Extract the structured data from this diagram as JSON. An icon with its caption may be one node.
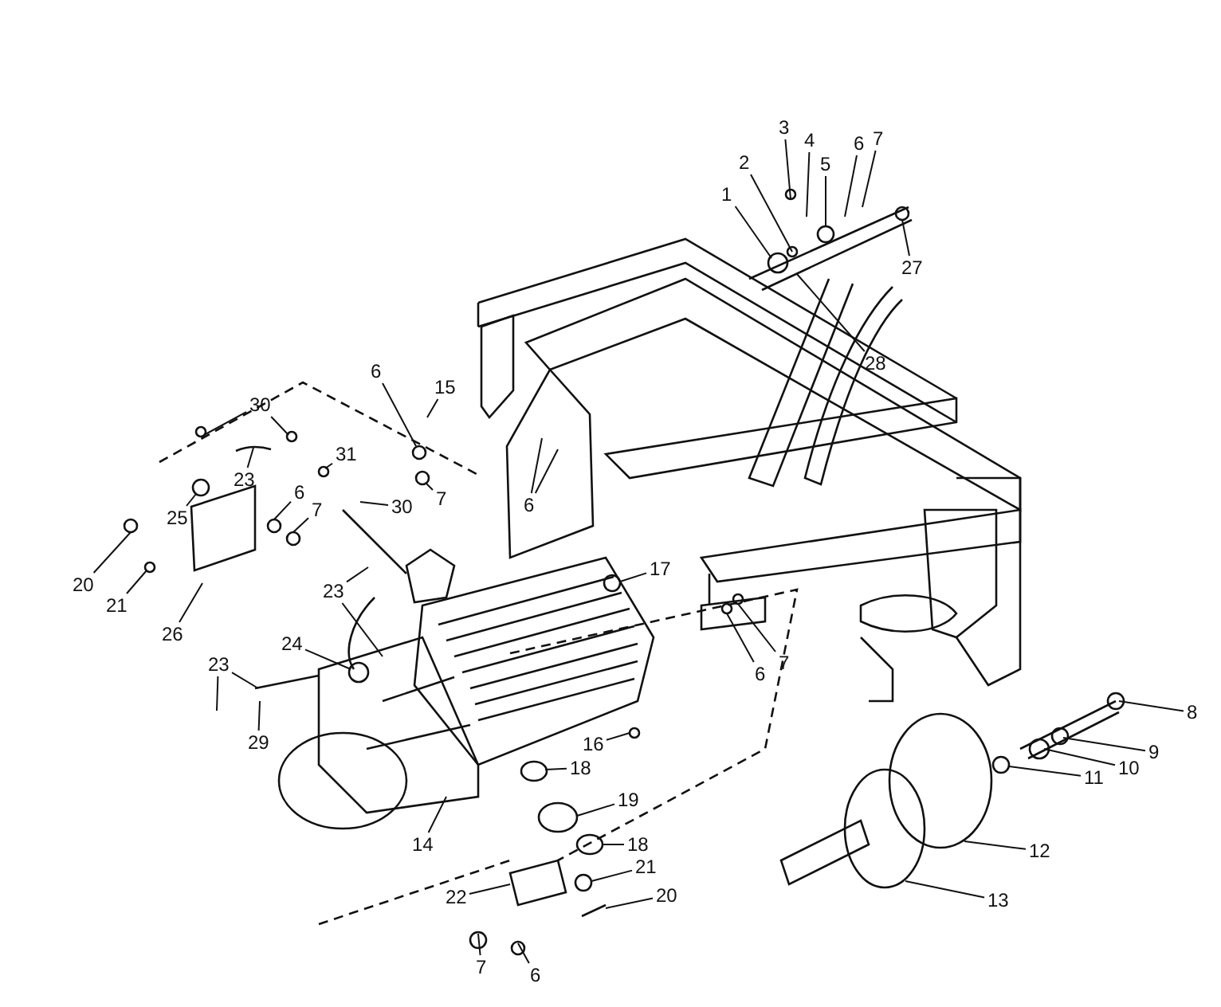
{
  "diagram": {
    "nodes": [
      {
        "text": [
          "3"
        ]
      },
      {
        "text": [
          "4"
        ]
      },
      {
        "text": [
          "7"
        ]
      },
      {
        "text": [
          "6"
        ]
      },
      {
        "text": [
          "2"
        ]
      },
      {
        "text": [
          "5"
        ]
      },
      {
        "text": [
          "1"
        ]
      },
      {
        "text": [
          "27"
        ]
      },
      {
        "text": [
          "28"
        ]
      },
      {
        "text": [
          "6"
        ]
      },
      {
        "text": [
          "15"
        ]
      },
      {
        "text": [
          "30"
        ]
      },
      {
        "text": [
          "31"
        ]
      },
      {
        "text": [
          "23"
        ]
      },
      {
        "text": [
          "6"
        ]
      },
      {
        "text": [
          "7"
        ]
      },
      {
        "text": [
          "6"
        ]
      },
      {
        "text": [
          "30"
        ]
      },
      {
        "text": [
          "7"
        ]
      },
      {
        "text": [
          "25"
        ]
      },
      {
        "text": [
          "17"
        ]
      },
      {
        "text": [
          "20"
        ]
      },
      {
        "text": [
          "23"
        ]
      },
      {
        "text": [
          "21"
        ]
      },
      {
        "text": [
          "26"
        ]
      },
      {
        "text": [
          "24"
        ]
      },
      {
        "text": [
          "7"
        ]
      },
      {
        "text": [
          "23"
        ]
      },
      {
        "text": [
          "6"
        ]
      },
      {
        "text": [
          "8"
        ]
      },
      {
        "text": [
          "29"
        ]
      },
      {
        "text": [
          "16"
        ]
      },
      {
        "text": [
          "9"
        ]
      },
      {
        "text": [
          "10"
        ]
      },
      {
        "text": [
          "18"
        ]
      },
      {
        "text": [
          "11"
        ]
      },
      {
        "text": [
          "19"
        ]
      },
      {
        "text": [
          "18"
        ]
      },
      {
        "text": [
          "14"
        ]
      },
      {
        "text": [
          "12"
        ]
      },
      {
        "text": [
          "21"
        ]
      },
      {
        "text": [
          "20"
        ]
      },
      {
        "text": [
          "22"
        ]
      },
      {
        "text": [
          "13"
        ]
      },
      {
        "text": [
          "7"
        ]
      },
      {
        "text": [
          "6"
        ]
      }
    ],
    "edges": [
      {
        "from": 0,
        "to": null,
        "arrow": "none"
      },
      {
        "from": 1,
        "to": null,
        "arrow": "none"
      },
      {
        "from": 2,
        "to": null,
        "arrow": "none"
      },
      {
        "from": 3,
        "to": null,
        "arrow": "none"
      },
      {
        "from": 4,
        "to": null,
        "arrow": "none"
      },
      {
        "from": 5,
        "to": null,
        "arrow": "none"
      },
      {
        "from": 6,
        "to": null,
        "arrow": "none"
      },
      {
        "from": 7,
        "to": null,
        "arrow": "none"
      },
      {
        "from": 8,
        "to": null,
        "arrow": "none"
      },
      {
        "from": 9,
        "to": null,
        "arrow": "none"
      },
      {
        "from": 10,
        "to": null,
        "arrow": "none"
      },
      {
        "from": 11,
        "to": null,
        "arrow": "none"
      },
      {
        "from": 11,
        "to": null,
        "arrow": "none"
      },
      {
        "from": 12,
        "to": null,
        "arrow": "none"
      },
      {
        "from": 13,
        "to": null,
        "arrow": "none"
      },
      {
        "from": 14,
        "to": null,
        "arrow": "none"
      },
      {
        "from": 15,
        "to": null,
        "arrow": "none"
      },
      {
        "from": 16,
        "to": null,
        "arrow": "none"
      },
      {
        "from": 16,
        "to": null,
        "arrow": "none"
      },
      {
        "from": 17,
        "to": null,
        "arrow": "none"
      },
      {
        "from": 18,
        "to": null,
        "arrow": "none"
      },
      {
        "from": 19,
        "to": null,
        "arrow": "none"
      },
      {
        "from": 20,
        "to": null,
        "arrow": "none"
      },
      {
        "from": 21,
        "to": null,
        "arrow": "none"
      },
      {
        "from": 22,
        "to": null,
        "arrow": "none"
      },
      {
        "from": 22,
        "to": null,
        "arrow": "none"
      },
      {
        "from": 23,
        "to": null,
        "arrow": "none"
      },
      {
        "from": 24,
        "to": null,
        "arrow": "none"
      },
      {
        "from": 25,
        "to": null,
        "arrow": "none"
      },
      {
        "from": 26,
        "to": null,
        "arrow": "none"
      },
      {
        "from": 27,
        "to": null,
        "arrow": "none"
      },
      {
        "from": 27,
        "to": null,
        "arrow": "none"
      },
      {
        "from": 28,
        "to": null,
        "arrow": "none"
      },
      {
        "from": 29,
        "to": null,
        "arrow": "none"
      },
      {
        "from": 30,
        "to": null,
        "arrow": "none"
      },
      {
        "from": 31,
        "to": null,
        "arrow": "none"
      },
      {
        "from": 32,
        "to": null,
        "arrow": "none"
      },
      {
        "from": 33,
        "to": null,
        "arrow": "none"
      },
      {
        "from": 34,
        "to": null,
        "arrow": "none"
      },
      {
        "from": 35,
        "to": null,
        "arrow": "none"
      },
      {
        "from": 36,
        "to": null,
        "arrow": "none"
      },
      {
        "from": 37,
        "to": null,
        "arrow": "none"
      },
      {
        "from": 38,
        "to": null,
        "arrow": "none"
      },
      {
        "from": 39,
        "to": null,
        "arrow": "none"
      },
      {
        "from": 40,
        "to": null,
        "arrow": "none"
      },
      {
        "from": 41,
        "to": null,
        "arrow": "none"
      },
      {
        "from": 42,
        "to": null,
        "arrow": "none"
      },
      {
        "from": 43,
        "to": null,
        "arrow": "none"
      },
      {
        "from": 44,
        "to": null,
        "arrow": "none"
      },
      {
        "from": 45,
        "to": null,
        "arrow": "none"
      }
    ]
  }
}
